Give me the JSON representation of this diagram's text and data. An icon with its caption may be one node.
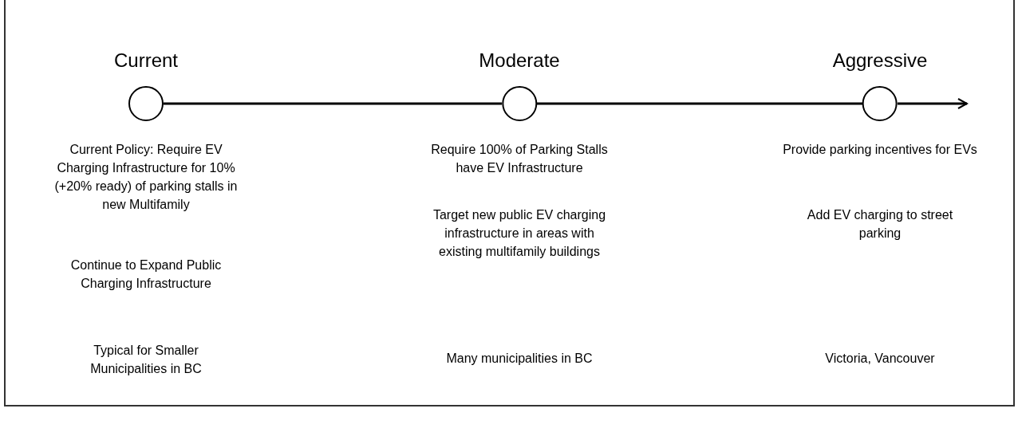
{
  "diagram": {
    "nodes": [
      {
        "text": [
          "Current"
        ],
        "beside": [
          "Current Policy: Require EV Charging Infrastructure for 10% (+20% ready) of parking stalls in new Multifamily"
        ]
      },
      {
        "text": [
          "Moderate"
        ],
        "beside": [
          "Require 100% of Parking Stalls have EV Infrastructure"
        ]
      },
      {
        "text": [
          "Aggressive"
        ],
        "beside": [
          "Provide parking incentives for EVs"
        ]
      }
    ],
    "edges": [
      {
        "from": 0,
        "to": 1,
        "arrow": "none"
      },
      {
        "from": 1,
        "to": 2,
        "arrow": "none"
      },
      {
        "from": 2,
        "to": null,
        "arrow": "to"
      }
    ],
    "labels": [
      "Target new public EV charging infrastructure in areas with existing multifamily buildings",
      "Add EV charging to street parking",
      "Continue to Expand Public Charging Infrastructure",
      "Typical for Smaller Municipalities in BC",
      "Many municipalities in BC",
      "Victoria, Vancouver"
    ]
  }
}
